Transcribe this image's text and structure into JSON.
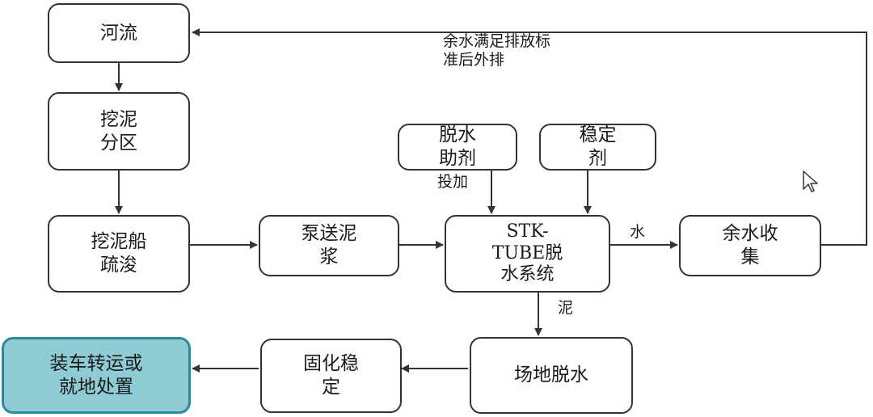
{
  "nodes": {
    "river": "河流",
    "dredge_zoning": "挖泥\n分区",
    "dredger": "挖泥船\n疏浚",
    "pump_slurry": "泵送泥\n浆",
    "stk_tube": "STK-\nTUBE脱\n水系统",
    "dewater_aid": "脱水\n助剂",
    "stabilizer": "稳定\n剂",
    "residual_water": "余水收\n集",
    "site_dewater": "场地脱水",
    "solidify": "固化稳\n定",
    "transport": "装车转运或\n就地处置"
  },
  "labels": {
    "discharge": "余水满足排放标\n准后外排",
    "dosing": "投加",
    "water": "水",
    "mud": "泥"
  },
  "colors": {
    "line": "#333333",
    "final_fill": "#8fcbd4",
    "final_border": "#2e8a98"
  }
}
